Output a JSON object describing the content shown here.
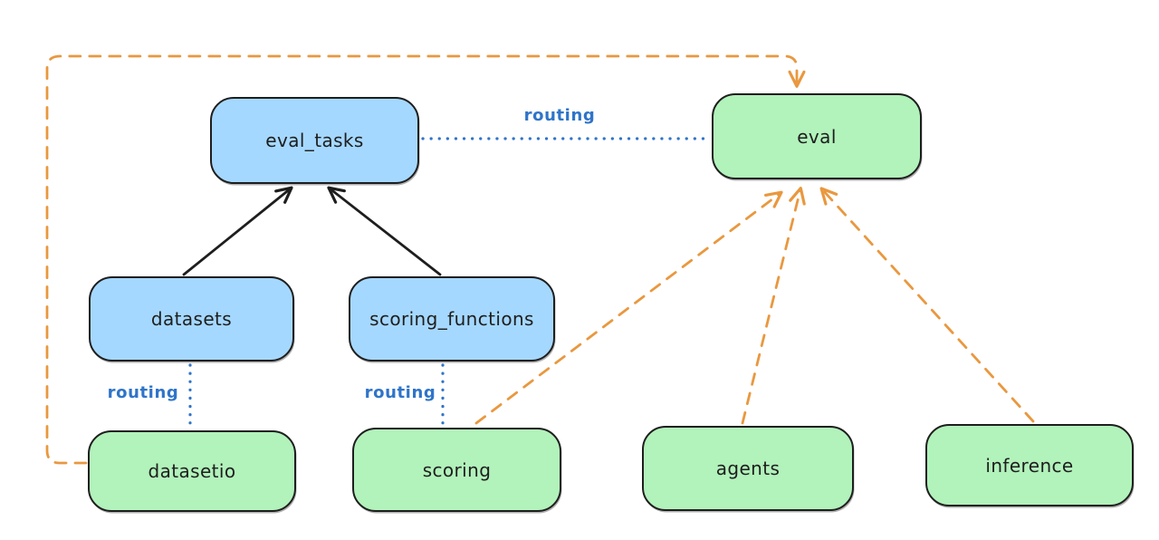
{
  "diagram": {
    "title": "",
    "nodes": {
      "eval_tasks": {
        "label": "eval_tasks",
        "fill": "#a5d8ff",
        "kind": "resource"
      },
      "eval": {
        "label": "eval",
        "fill": "#b2f2bb",
        "kind": "api"
      },
      "datasets": {
        "label": "datasets",
        "fill": "#a5d8ff",
        "kind": "resource"
      },
      "scoring_functions": {
        "label": "scoring_functions",
        "fill": "#a5d8ff",
        "kind": "resource"
      },
      "datasetio": {
        "label": "datasetio",
        "fill": "#b2f2bb",
        "kind": "api"
      },
      "scoring": {
        "label": "scoring",
        "fill": "#b2f2bb",
        "kind": "api"
      },
      "agents": {
        "label": "agents",
        "fill": "#b2f2bb",
        "kind": "api"
      },
      "inference": {
        "label": "inference",
        "fill": "#b2f2bb",
        "kind": "api"
      }
    },
    "edge_labels": {
      "eval_tasks_to_eval": "routing",
      "datasets_to_datasetio": "routing",
      "scoring_functions_to_scoring": "routing"
    },
    "edges": [
      {
        "from": "datasets",
        "to": "eval_tasks",
        "style": "solid-arrow",
        "color": "#1e1e1e"
      },
      {
        "from": "scoring_functions",
        "to": "eval_tasks",
        "style": "solid-arrow",
        "color": "#1e1e1e"
      },
      {
        "from": "eval_tasks",
        "to": "eval",
        "style": "dotted",
        "color": "#2f74c9",
        "label": "routing"
      },
      {
        "from": "datasets",
        "to": "datasetio",
        "style": "dotted",
        "color": "#2f74c9",
        "label": "routing"
      },
      {
        "from": "scoring_functions",
        "to": "scoring",
        "style": "dotted",
        "color": "#2f74c9",
        "label": "routing"
      },
      {
        "from": "datasetio",
        "to": "eval",
        "style": "dashed-arrow",
        "color": "#e9983f"
      },
      {
        "from": "scoring",
        "to": "eval",
        "style": "dashed-arrow",
        "color": "#e9983f"
      },
      {
        "from": "agents",
        "to": "eval",
        "style": "dashed-arrow",
        "color": "#e9983f"
      },
      {
        "from": "inference",
        "to": "eval",
        "style": "dashed-arrow",
        "color": "#e9983f"
      }
    ],
    "colors": {
      "node_blue_fill": "#a5d8ff",
      "node_green_fill": "#b2f2bb",
      "node_stroke": "#1e1e1e",
      "routing_blue": "#2f74c9",
      "provider_orange": "#e9983f",
      "background": "#ffffff"
    }
  }
}
